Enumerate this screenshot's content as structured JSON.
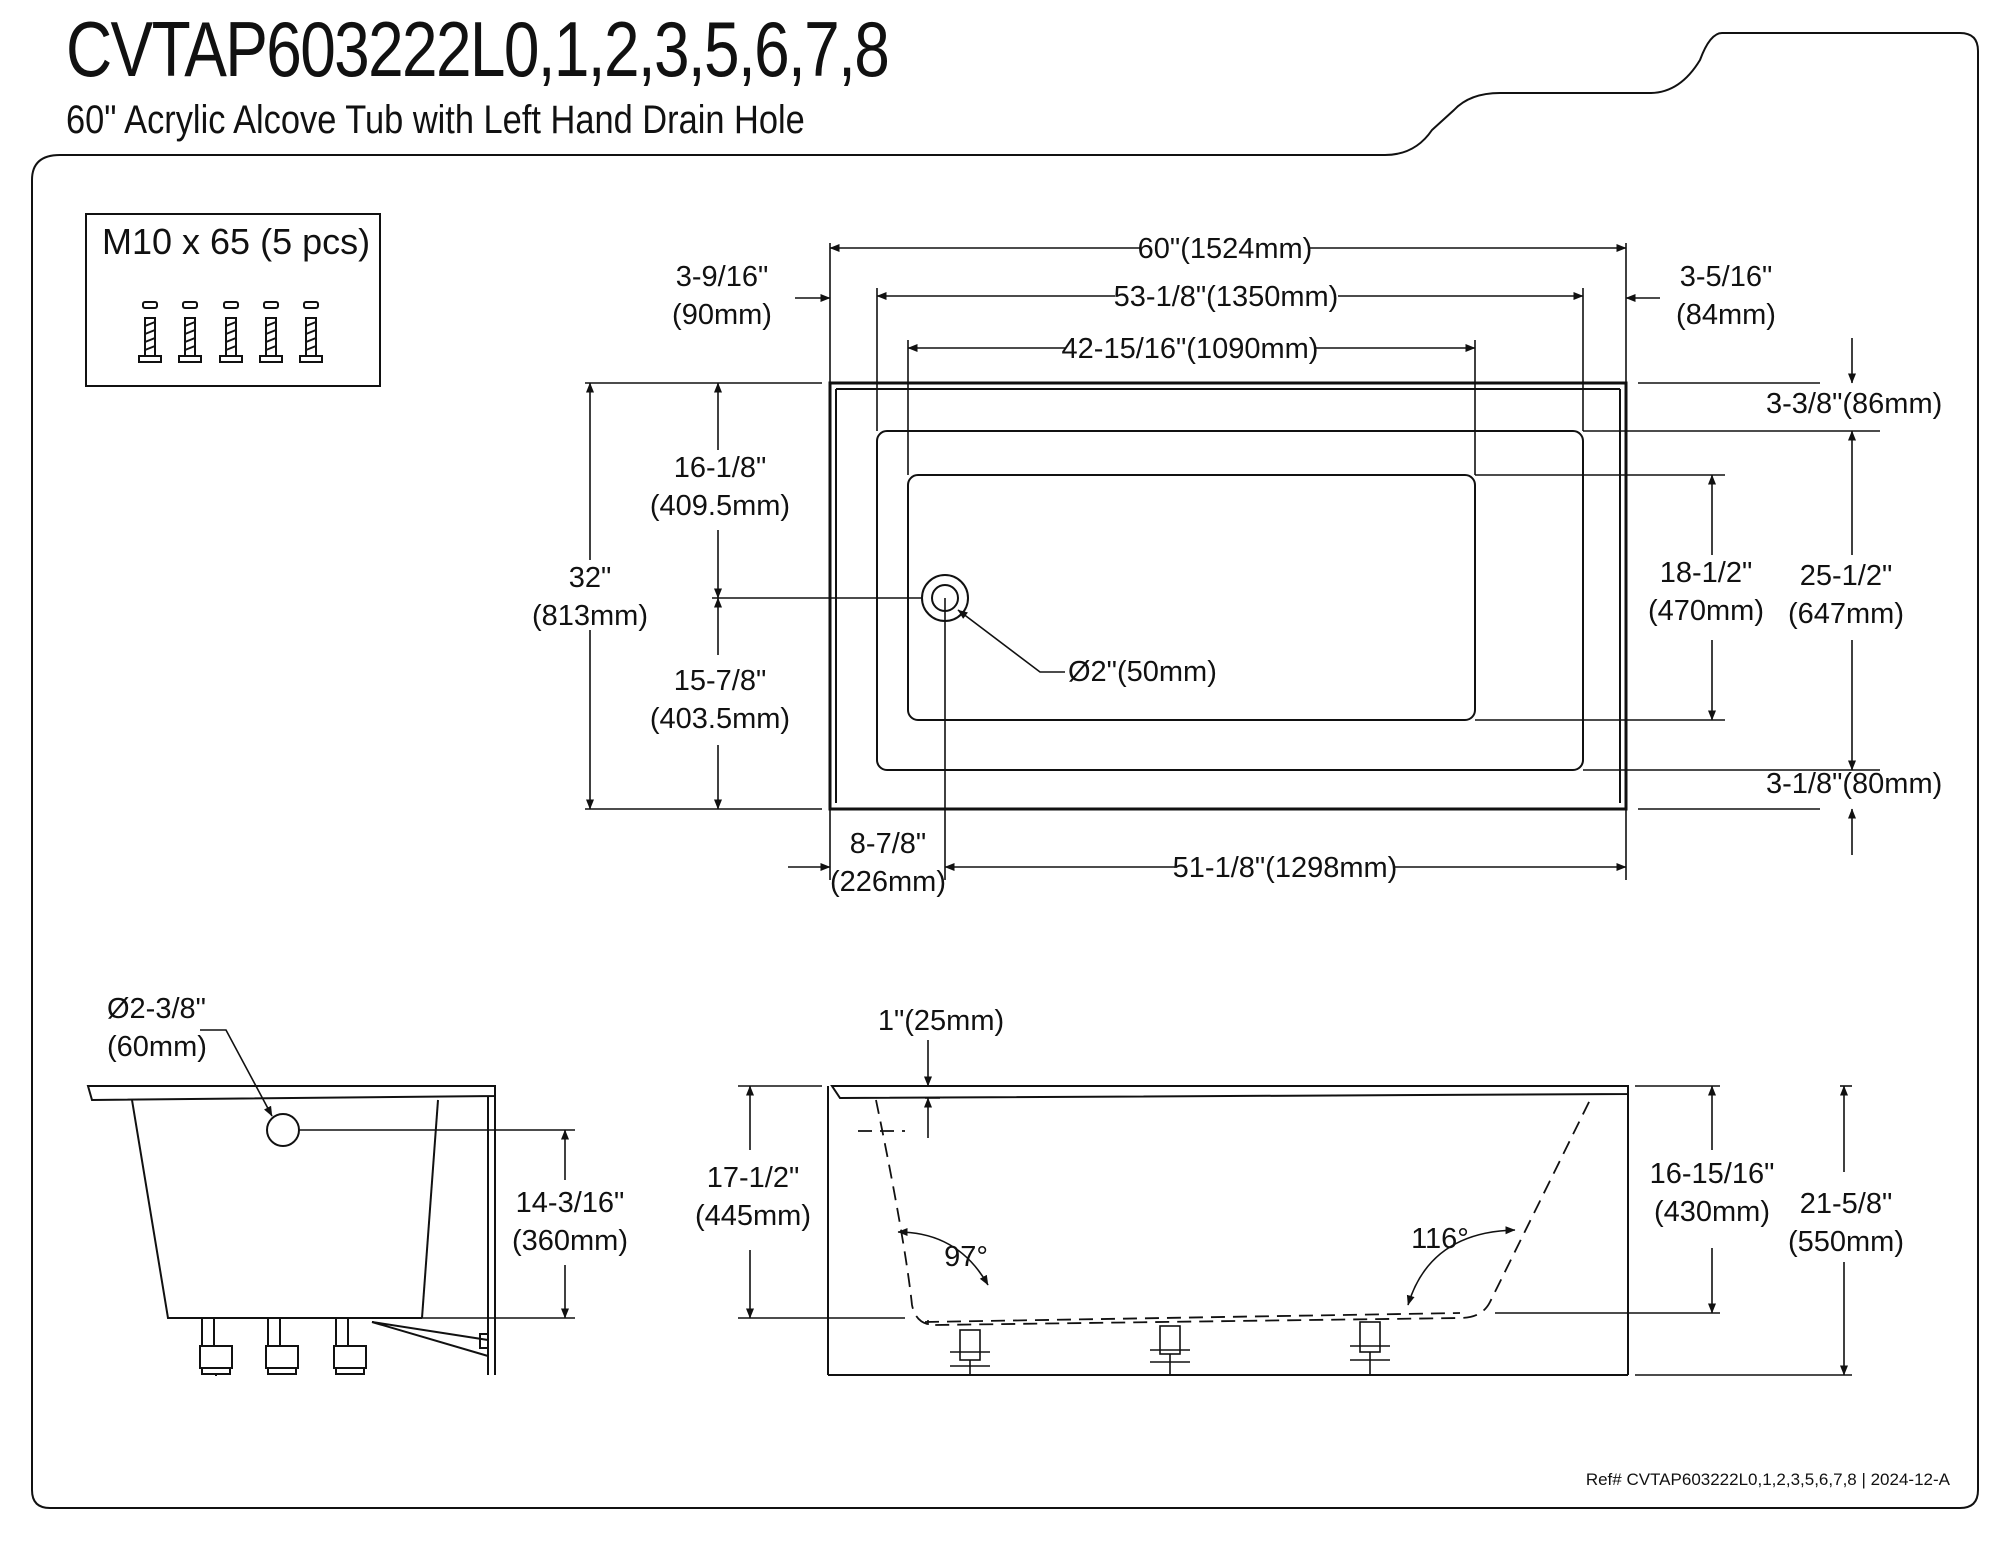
{
  "header": {
    "title": "CVTAP603222L0,1,2,3,5,6,7,8",
    "subtitle": "60\" Acrylic Alcove Tub with Left Hand Drain Hole"
  },
  "hardware": {
    "label": "M10 x 65 (5 pcs)"
  },
  "top_view": {
    "overall_length": "60\"(1524mm)",
    "inner_rim_length": "53-1/8\"(1350mm)",
    "bottom_length": "42-15/16\"(1090mm)",
    "left_offset_in": "3-9/16\"",
    "left_offset_mm": "(90mm)",
    "right_offset_in": "3-5/16\"",
    "right_offset_mm": "(84mm)",
    "overall_width_in": "32\"",
    "overall_width_mm": "(813mm)",
    "upper_to_drain_in": "16-1/8\"",
    "upper_to_drain_mm": "(409.5mm)",
    "drain_to_lower_in": "15-7/8\"",
    "drain_to_lower_mm": "(403.5mm)",
    "drain_diameter": "Ø2\"(50mm)",
    "top_rim": "3-3/8\"(86mm)",
    "bottom_rim": "3-1/8\"(80mm)",
    "inner_width_in": "25-1/2\"",
    "inner_width_mm": "(647mm)",
    "bottom_width_in": "18-1/2\"",
    "bottom_width_mm": "(470mm)",
    "drain_offset_in": "8-7/8\"",
    "drain_offset_mm": "(226mm)",
    "drain_to_end": "51-1/8\"(1298mm)"
  },
  "side_view": {
    "overflow_diameter_in": "Ø2-3/8\"",
    "overflow_diameter_mm": "(60mm)",
    "overflow_height_in": "14-3/16\"",
    "overflow_height_mm": "(360mm)"
  },
  "front_view": {
    "rim_thickness": "1\"(25mm)",
    "water_depth_in": "17-1/2\"",
    "water_depth_mm": "(445mm)",
    "inside_depth_in": "16-15/16\"",
    "inside_depth_mm": "(430mm)",
    "overall_height_in": "21-5/8\"",
    "overall_height_mm": "(550mm)",
    "left_angle": "97°",
    "right_angle": "116°"
  },
  "footer": {
    "reference": "Ref# CVTAP603222L0,1,2,3,5,6,7,8 | 2024-12-A"
  }
}
